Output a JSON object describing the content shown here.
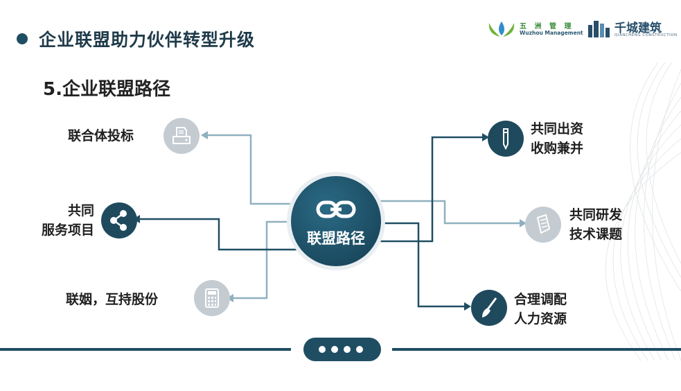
{
  "header": {
    "title": "企业联盟助力伙伴转型升级",
    "subtitle": "5.企业联盟路径"
  },
  "logos": {
    "wuzhou": {
      "cn": "五 洲 管 理",
      "en": "Wuzhou Management"
    },
    "qiancheng": {
      "cn": "千城建筑",
      "en": "QIANCHENG CONSTRUCTION"
    }
  },
  "diagram": {
    "center": {
      "label": "联盟路径",
      "icon": "link-icon"
    },
    "left": [
      {
        "label": "联合体投标",
        "icon": "printer-icon"
      },
      {
        "label_lines": [
          "共同",
          "服务项目"
        ],
        "icon": "share-icon"
      },
      {
        "label": "联姻，互持股份",
        "icon": "calculator-icon"
      }
    ],
    "right": [
      {
        "label_lines": [
          "共同出资",
          "收购兼并"
        ],
        "icon": "pen-icon"
      },
      {
        "label_lines": [
          "共同研发",
          "技术课题"
        ],
        "icon": "document-icon"
      },
      {
        "label_lines": [
          "合理调配",
          "人力资源"
        ],
        "icon": "brush-icon"
      }
    ]
  },
  "colors": {
    "primary": "#1f4e63",
    "light_line": "#8fb0bf",
    "light_node": "#c4ccd2"
  }
}
